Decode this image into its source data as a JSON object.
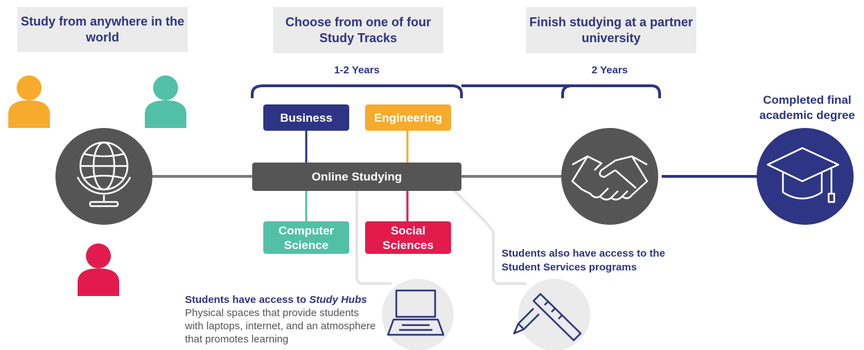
{
  "headers": {
    "anywhere": "Study from anywhere in the world",
    "tracks": "Choose from one of four Study Tracks",
    "partner": "Finish studying at a partner university"
  },
  "durations": {
    "tracks": "1-2 Years",
    "partner": "2 Years"
  },
  "center_label": "Online Studying",
  "study_tracks": [
    {
      "label": "Business",
      "color": "#2d3584"
    },
    {
      "label": "Engineering",
      "color": "#f6ab2c"
    },
    {
      "label": "Computer Science",
      "color": "#52c0a7"
    },
    {
      "label": "Social Sciences",
      "color": "#e31b4d"
    }
  ],
  "people_colors": [
    "#f6ab2c",
    "#52c0a7",
    "#e31b4d"
  ],
  "hubs": {
    "title_prefix": "Students have access to ",
    "title_emphasis": "Study Hubs",
    "description": "Physical spaces that provide students with laptops, internet, and an atmosphere that promotes learning"
  },
  "services": "Students also have access to the Student Services programs",
  "degree": "Completed final academic degree",
  "colors": {
    "navy": "#2d3584",
    "dark_gray": "#555555",
    "light_gray": "#ebebeb",
    "line_gray": "#7a7a7a"
  },
  "icons": [
    "person-icon",
    "globe-icon",
    "handshake-icon",
    "graduation-cap-icon",
    "laptop-icon",
    "pencil-ruler-icon"
  ]
}
